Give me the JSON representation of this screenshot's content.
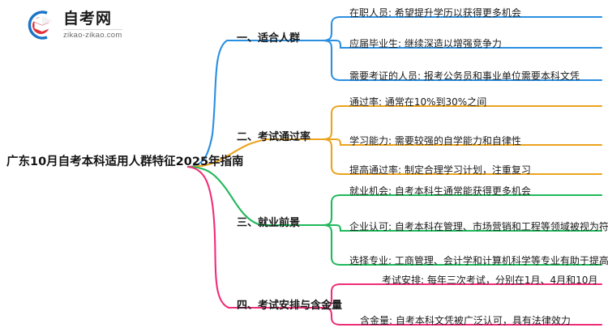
{
  "logo": {
    "name_cn": "自考网",
    "domain": "zikao-zikao.com",
    "mark_icon": "graduation-cap-icon",
    "colors": {
      "ring": "#1a74c6",
      "cap": "#e0323c",
      "cap_dark": "#b8262f"
    }
  },
  "mindmap": {
    "root": {
      "label": "广东10月自考本科适用人群特征2025年指南"
    },
    "branches": [
      {
        "index": "1",
        "label": "一、适合人群",
        "color": "#2b8fe0",
        "items": [
          {
            "text": "在职人员: 希望提升学历以获得更多机会"
          },
          {
            "text": "应届毕业生: 继续深造以增强竞争力"
          },
          {
            "text": "需要考证的人员: 报考公务员和事业单位需要本科文凭"
          }
        ]
      },
      {
        "index": "2",
        "label": "二、考试通过率",
        "color": "#eba31e",
        "items": [
          {
            "text": "通过率: 通常在10%到30%之间"
          },
          {
            "text": "学习能力: 需要较强的自学能力和自律性"
          },
          {
            "text": "提高通过率: 制定合理学习计划，注重复习"
          }
        ]
      },
      {
        "index": "3",
        "label": "三、就业前景",
        "color": "#1fb95a",
        "items": [
          {
            "text": "就业机会: 自考本科生通常能获得更多机会"
          },
          {
            "text": "企业认可: 自考本科在管理、市场营销和工程等领域被视为符合条件"
          },
          {
            "text": "选择专业: 工商管理、会计学和计算机科学等专业有助于提高竞争力"
          }
        ]
      },
      {
        "index": "4",
        "label": "四、考试安排与含金量",
        "color": "#ef2d77",
        "items": [
          {
            "text": "考试安排: 每年三次考试，分别在1月、4月和10月"
          },
          {
            "text": "含金量: 自考本科文凭被广泛认可，具有法律效力"
          }
        ]
      }
    ]
  }
}
